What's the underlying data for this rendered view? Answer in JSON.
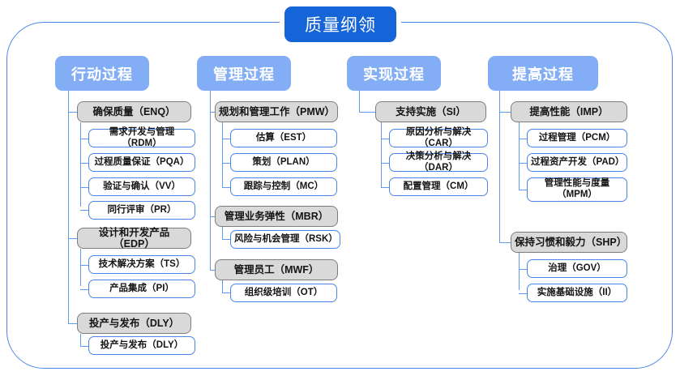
{
  "diagram": {
    "type": "hierarchy-tree",
    "root": {
      "label": "质量纲领"
    },
    "columns": [
      {
        "id": "action-process",
        "header": "行动过程",
        "groups": [
          {
            "label": "确保质量（ENQ）",
            "children": [
              "需求开发与管理（RDM）",
              "过程质量保证（PQA）",
              "验证与确认（VV）",
              "同行评审（PR）"
            ]
          },
          {
            "label": "设计和开发产品（EDP）",
            "children": [
              "技术解决方案（TS）",
              "产品集成（PI）"
            ]
          },
          {
            "label": "投产与发布（DLY）",
            "children": [
              "投产与发布（DLY）"
            ]
          }
        ]
      },
      {
        "id": "management-process",
        "header": "管理过程",
        "groups": [
          {
            "label": "规划和管理工作（PMW）",
            "children": [
              "估算（EST）",
              "策划（PLAN）",
              "跟踪与控制（MC）"
            ]
          },
          {
            "label": "管理业务弹性（MBR）",
            "children": [
              "风险与机会管理（RSK）"
            ]
          },
          {
            "label": "管理员工（MWF）",
            "children": [
              "组织级培训（OT）"
            ]
          }
        ]
      },
      {
        "id": "implementation-process",
        "header": "实现过程",
        "groups": [
          {
            "label": "支持实施（SI）",
            "children": [
              "原因分析与解决（CAR）",
              "决策分析与解决（DAR）",
              "配置管理（CM）"
            ]
          }
        ]
      },
      {
        "id": "improvement-process",
        "header": "提高过程",
        "groups": [
          {
            "label": "提高性能（IMP）",
            "children": [
              "过程管理（PCM）",
              "过程资产开发（PAD）",
              "管理性能与度量\n（MPM）"
            ]
          },
          {
            "label": "保持习惯和毅力（SHP）",
            "children": [
              "治理（GOV）",
              "实施基础设施（II）"
            ]
          }
        ]
      }
    ],
    "colors": {
      "root_fill": "#1565d8",
      "header_fill": "#83aef5",
      "group_fill": "#d9d9d9",
      "group_border": "#7d7d7d",
      "leaf_fill": "#ffffff",
      "leaf_border": "#4a86e8",
      "connector": "#5b9bf2",
      "frame_border": "#4a86e8",
      "text": "#141414"
    }
  }
}
